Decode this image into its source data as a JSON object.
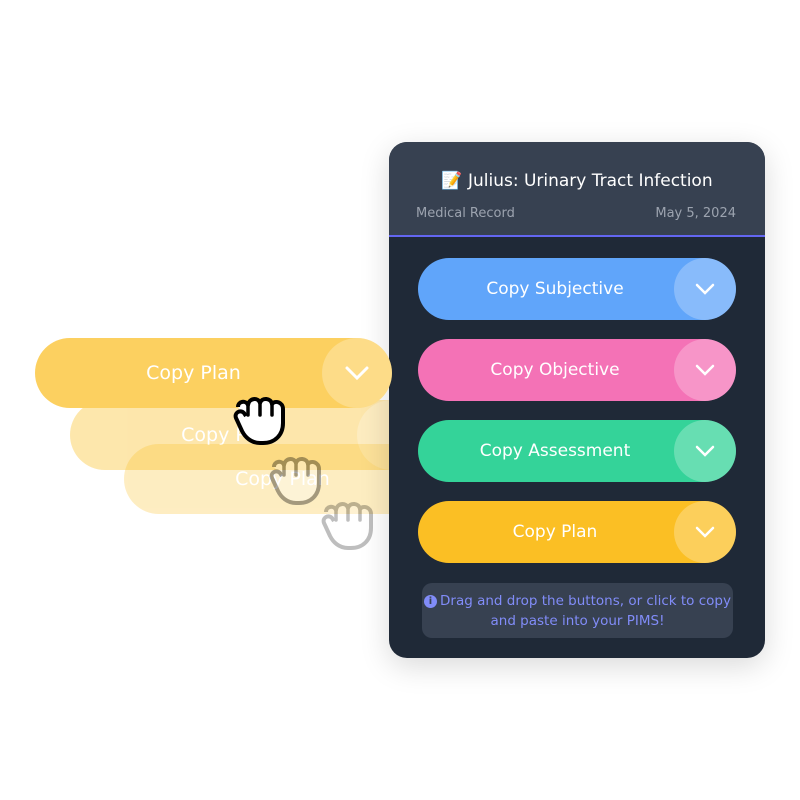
{
  "card": {
    "title_icon": "memo-emoji",
    "title_emoji": "📝",
    "title": "Julius: Urinary Tract Infection",
    "subtitle": "Medical Record",
    "date": "May 5, 2024",
    "accent": "#6366f1"
  },
  "buttons": [
    {
      "label": "Copy Subjective",
      "color": "#60a5fa"
    },
    {
      "label": "Copy Objective",
      "color": "#f472b6"
    },
    {
      "label": "Copy Assessment",
      "color": "#34d399"
    },
    {
      "label": "Copy Plan",
      "color": "#fbbf24"
    }
  ],
  "note": {
    "icon": "info-icon",
    "text": "Drag and drop the buttons, or click to copy and paste into your PIMS!"
  },
  "dragging": {
    "label": "Copy Plan",
    "color": "#fcd060"
  }
}
